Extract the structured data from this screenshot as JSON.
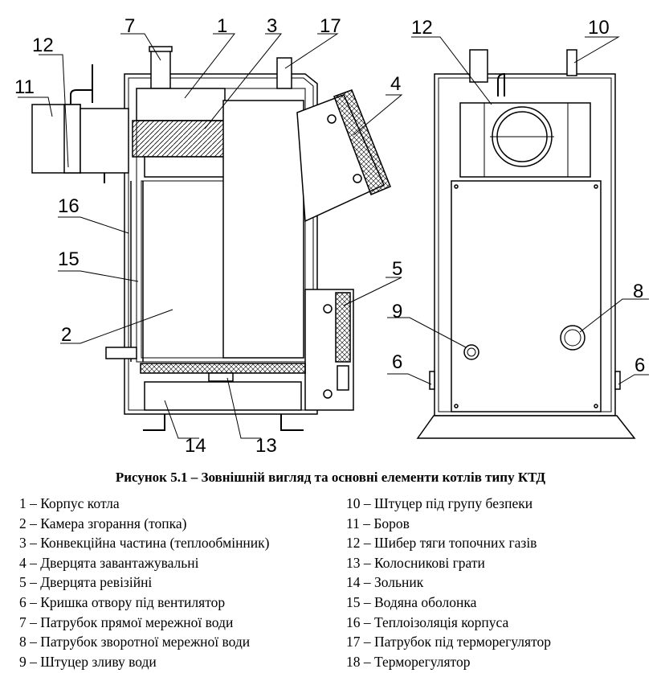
{
  "callouts": {
    "n1": "1",
    "n2": "2",
    "n3": "3",
    "n4": "4",
    "n5": "5",
    "n6": "6",
    "n7": "7",
    "n8": "8",
    "n9": "9",
    "n10": "10",
    "n11": "11",
    "n12": "12",
    "n13": "13",
    "n14": "14",
    "n15": "15",
    "n16": "16",
    "n17": "17"
  },
  "caption": "Рисунок 5.1 – Зовнішній вигляд та основні елементи котлів типу КТД",
  "legend": {
    "left": [
      "1 – Корпус котла",
      "2 – Камера згорання (топка)",
      "3 – Конвекційна частина (теплообмінник)",
      "4 – Дверцята завантажувальні",
      "5 – Дверцята ревізійні",
      "6 – Кришка отвору під вентилятор",
      "7 – Патрубок прямої мережної води",
      "8 – Патрубок зворотної мережної води",
      "9 – Штуцер зливу води"
    ],
    "right": [
      "10 – Штуцер під групу безпеки",
      "11 – Боров",
      "12 – Шибер тяги топочних газів",
      "13 – Колосникові грати",
      "14 – Зольник",
      "15 – Водяна оболонка",
      "16 – Теплоізоляція корпуса",
      "17 – Патрубок під терморегулятор",
      "18 – Терморегулятор"
    ]
  }
}
